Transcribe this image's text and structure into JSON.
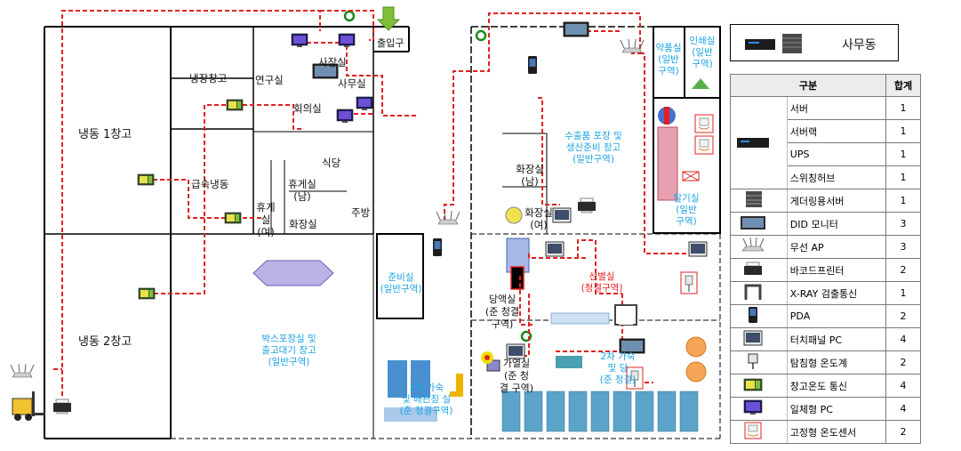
{
  "colors": {
    "network_line": "#e02020",
    "zone_label": "#1aa3e0",
    "clean_zone_label": "#e02020",
    "wall": "#000000"
  },
  "rooms": {
    "freezer1": "냉동 1창고",
    "freezer2": "냉동 2창고",
    "cold_storage": "냉장창고",
    "quick_freeze": "급속냉동",
    "lab": "연구실",
    "president": "사장실",
    "office": "사무실",
    "meeting": "회의실",
    "cafeteria": "식당",
    "rest_m": "휴게실\n(남)",
    "rest_f": "휴게실\n(여)",
    "restroom_small": "화장실",
    "kitchen": "주방",
    "entrance": "출입구",
    "restroom_m": "화장실\n(남)",
    "restroom_f": "화장실\n(여)",
    "prep": "준비실\n(일반구역)",
    "box_pack": "박스포장실 및\n출고대기 창고\n(일반구역)",
    "sub_material": "수출품 포장 및\n생산준비 창고\n(일반구역)",
    "pharm": "약품실\n(일반\n구역)",
    "print": "인쇄실\n(일반\n구역)",
    "drying": "탈기실\n(일반\n구역)",
    "sorting": "선별실\n(청결구역)",
    "liquid": "당액실\n(준 청결\n구역)",
    "heating": "가열실\n(준 청\n결 구역)",
    "pack1": "1차 가숙\n및 배관칭 실\n(준 청결구역)",
    "pack2": "2차 가숙\n및 당\n(준 청결)"
  },
  "legend": {
    "office_label": "사무동",
    "header_type": "구분",
    "header_total": "합계",
    "items": [
      {
        "icon": "server-icon",
        "name": "서버",
        "count": "1"
      },
      {
        "icon": "server-icon",
        "name": "서버랙",
        "count": "1"
      },
      {
        "icon": "server-icon",
        "name": "UPS",
        "count": "1"
      },
      {
        "icon": "server-icon",
        "name": "스위칭허브",
        "count": "1"
      },
      {
        "icon": "tower-server-icon",
        "name": "게더링용서버",
        "count": "1"
      },
      {
        "icon": "did-monitor-icon",
        "name": "DID 모니터",
        "count": "3"
      },
      {
        "icon": "wireless-ap-icon",
        "name": "무선 AP",
        "count": "3"
      },
      {
        "icon": "barcode-printer-icon",
        "name": "바코드프린터",
        "count": "2"
      },
      {
        "icon": "xray-detector-icon",
        "name": "X-RAY 검출통신",
        "count": "1"
      },
      {
        "icon": "pda-icon",
        "name": "PDA",
        "count": "2"
      },
      {
        "icon": "touch-panel-pc-icon",
        "name": "터치패널 PC",
        "count": "4"
      },
      {
        "icon": "probe-thermometer-icon",
        "name": "탐침형 온도계",
        "count": "2"
      },
      {
        "icon": "warehouse-temp-comm-icon",
        "name": "창고온도 통신",
        "count": "4"
      },
      {
        "icon": "all-in-one-pc-icon",
        "name": "일체형 PC",
        "count": "4"
      },
      {
        "icon": "fixed-temp-sensor-icon",
        "name": "고정형 온도센서",
        "count": "2"
      }
    ]
  }
}
